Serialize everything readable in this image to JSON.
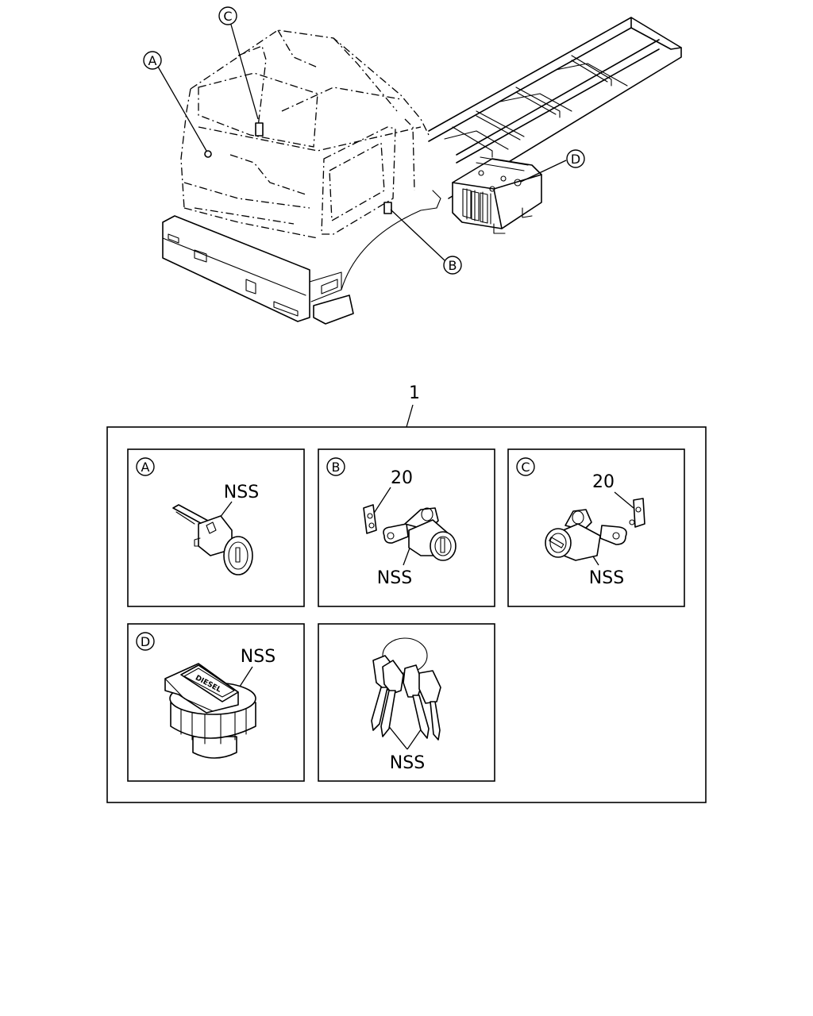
{
  "callouts": {
    "a": "A",
    "b": "B",
    "c": "C",
    "d": "D"
  },
  "assembly_number": "1",
  "panels": {
    "a": {
      "letter": "A",
      "part_label": "NSS"
    },
    "b": {
      "letter": "B",
      "part_number": "20",
      "part_label": "NSS"
    },
    "c": {
      "letter": "C",
      "part_number": "20",
      "part_label": "NSS"
    },
    "d": {
      "letter": "D",
      "part_label": "NSS",
      "cap_text": "DIESEL"
    },
    "keys": {
      "part_label": "NSS"
    }
  }
}
